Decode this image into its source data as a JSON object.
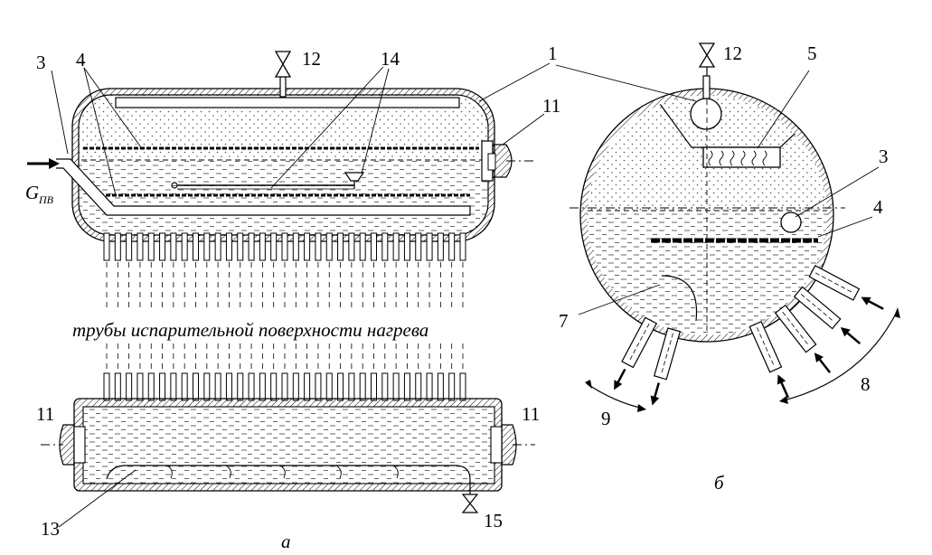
{
  "figure": {
    "labels": {
      "n1": "1",
      "n3a": "3",
      "n3b": "3",
      "n4a": "4",
      "n4b": "4",
      "n5": "5",
      "n7": "7",
      "n8": "8",
      "n9": "9",
      "n11a": "11",
      "n11b": "11",
      "n11c": "11",
      "n12a": "12",
      "n12b": "12",
      "n13": "13",
      "n14": "14",
      "n15": "15"
    },
    "inlet_label": "G",
    "inlet_subscript": "ПВ",
    "tubes_caption": "трубы испарительной поверхности нагрева",
    "caption_a": "а",
    "caption_b": "б"
  }
}
